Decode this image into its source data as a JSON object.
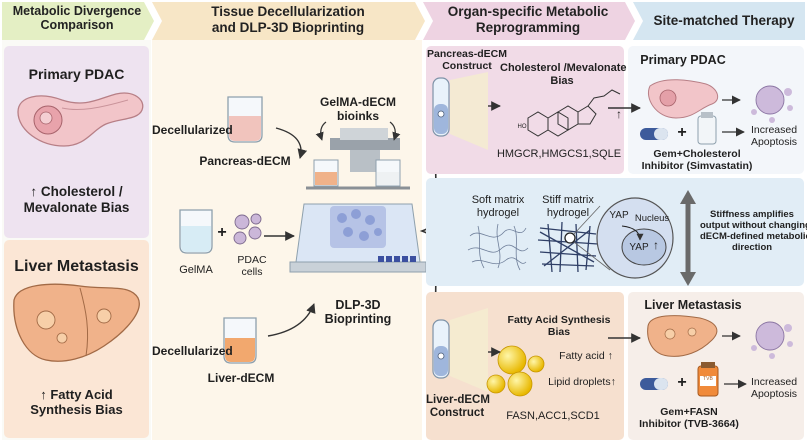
{
  "headers": {
    "col1": [
      "Metabolic Divergence",
      "Comparison"
    ],
    "col2": [
      "Tissue Decellularization",
      "and DLP-3D Bioprinting"
    ],
    "col3": [
      "Organ-specific Metabolic",
      "Reprogramming"
    ],
    "col4": "Site-matched Therapy"
  },
  "col1": {
    "pdac_title": "Primary PDAC",
    "pdac_bias": [
      "↑ Cholesterol /",
      "Mevalonate Bias"
    ],
    "liver_title": "Liver Metastasis",
    "liver_bias": [
      "↑ Fatty Acid",
      "Synthesis Bias"
    ]
  },
  "col2": {
    "decell_top": "Decellularized",
    "pancreas_decm": "Pancreas-dECM",
    "bioink": [
      "GelMA-dECM",
      "bioinks"
    ],
    "gelma": "GelMA",
    "plus": "+",
    "pdac_cells": [
      "PDAC",
      "cells"
    ],
    "decell_bottom": "Decellularized",
    "liver_decm": "Liver-dECM",
    "dlp": [
      "DLP-3D",
      "Bioprinting"
    ]
  },
  "col3": {
    "pancreas_construct": [
      "Pancreas-dECM",
      "Construct"
    ],
    "chol_bias": [
      "Cholesterol /Mevalonate",
      "Bias"
    ],
    "ho_label": "HO",
    "up_arrow": "↑",
    "chol_genes": "HMGCR,HMGCS1,SQLE",
    "soft_matrix": [
      "Soft matrix",
      "hydrogel"
    ],
    "stiff_matrix": [
      "Stiff matrix",
      "hydrogel"
    ],
    "yap": "YAP",
    "nucleus": "Nucleus",
    "yap_nuc": "YAP",
    "yap_up": "↑",
    "stiffness_note": [
      "Stiffness amplifies",
      "output without changing",
      "dECM-defined metabolic",
      "direction"
    ],
    "fa_bias": [
      "Fatty Acid Synthesis",
      "Bias"
    ],
    "fatty_acid": "Fatty acid ↑",
    "lipid_droplets": "Lipid droplets↑",
    "fa_genes": "FASN,ACC1,SCD1",
    "liver_construct": [
      "Liver-dECM",
      "Construct"
    ]
  },
  "col4": {
    "pdac_title": "Primary PDAC",
    "plus_top": "+",
    "pdac_drug": [
      "Gem+Cholesterol",
      "Inhibitor (Simvastatin)"
    ],
    "increased_top": [
      "Increased",
      "Apoptosis"
    ],
    "liver_title": "Liver Metastasis",
    "plus_bottom": "+",
    "liver_drug": [
      "Gem+FASN",
      "Inhibitor (TVB-3664)"
    ],
    "increased_bottom": [
      "Increased",
      "Apoptosis"
    ],
    "bottle_label": "TVB"
  },
  "colors": {
    "hdr1": "#e4efc4",
    "hdr2": "#f7e6c6",
    "hdr3": "#eed3e2",
    "hdr4": "#d5e6f1",
    "pdac_panel": "#eee3f0",
    "liver_panel": "#fbe6d5",
    "pink": "#f1dbe7",
    "blue": "#e1edf6",
    "peach": "#f6e0cf",
    "tissue": "#f0b28a",
    "pdac_tissue": "#f2c5c9"
  }
}
